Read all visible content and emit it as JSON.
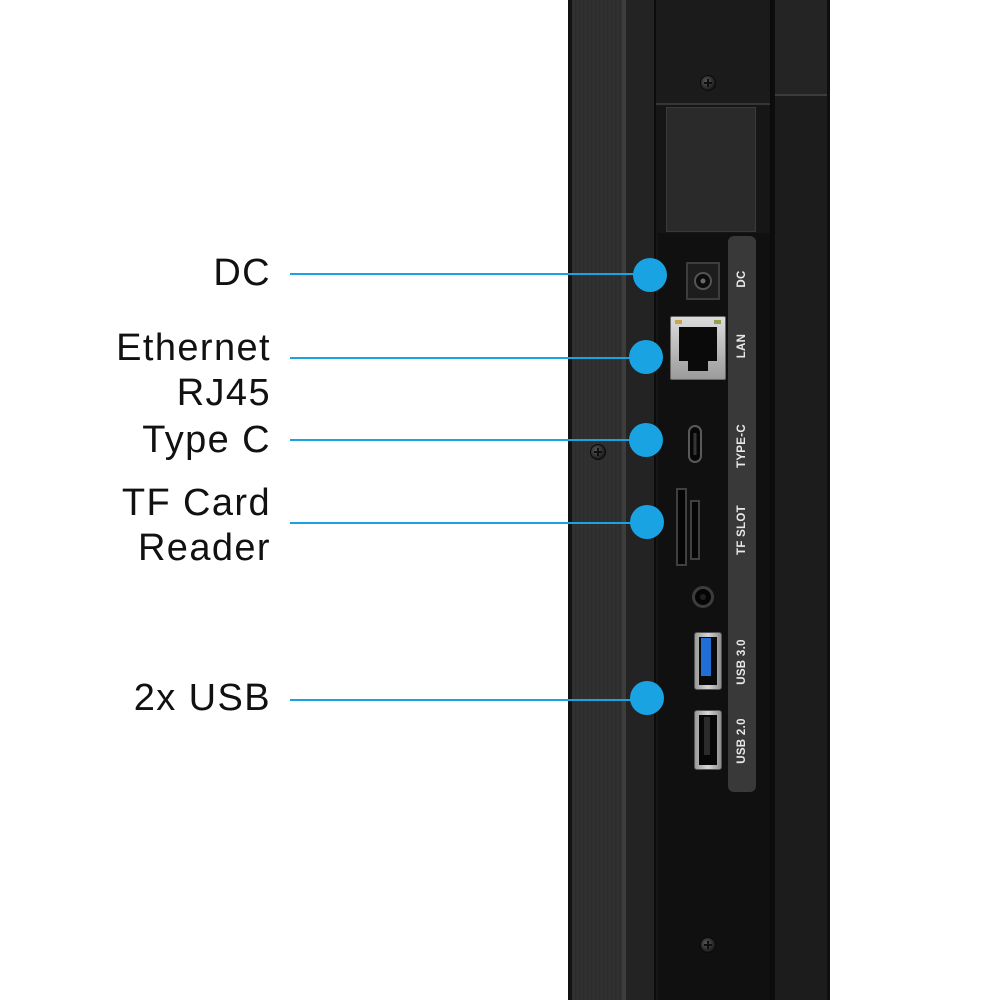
{
  "colors": {
    "accent": "#1aa3e3",
    "usb3_insert": "#1f6fd6"
  },
  "callouts": [
    {
      "id": "dc",
      "lines": [
        "DC"
      ]
    },
    {
      "id": "ethernet",
      "lines": [
        "Ethernet",
        "RJ45"
      ]
    },
    {
      "id": "type-c",
      "lines": [
        "Type C"
      ]
    },
    {
      "id": "tf-card",
      "lines": [
        "TF Card",
        "Reader"
      ]
    },
    {
      "id": "usb",
      "lines": [
        "2x USB"
      ]
    }
  ],
  "panel_labels": {
    "dc": "DC",
    "lan": "LAN",
    "type_c": "TYPE-C",
    "tf_slot": "TF SLOT",
    "usb3": "USB 3.0",
    "usb2": "USB 2.0"
  },
  "icons": [
    "dc-jack-icon",
    "rj45-port-icon",
    "type-c-port-icon",
    "tf-slot-icon",
    "audio-jack-icon",
    "usb3-port-icon",
    "usb2-port-icon",
    "screw-icon"
  ]
}
